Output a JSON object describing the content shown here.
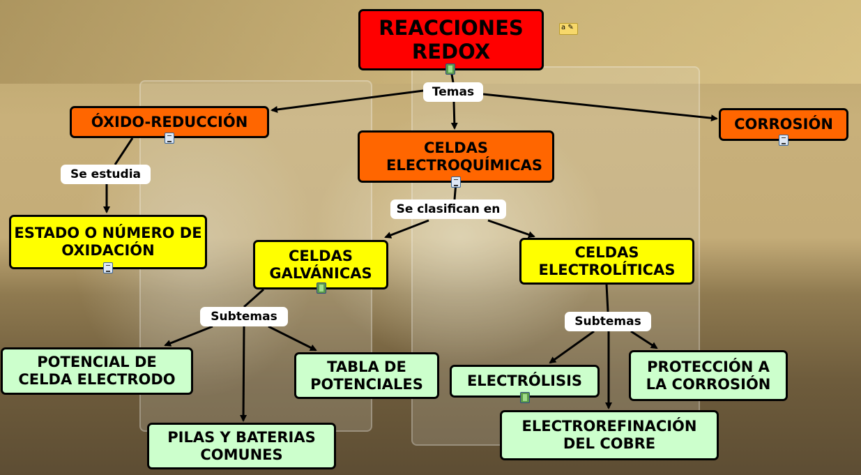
{
  "colors": {
    "root": "#ff0000",
    "topic": "#ff6600",
    "sub": "#ffff00",
    "leaf": "#ccffcc",
    "link": "#000000"
  },
  "nodes": {
    "root": "REACCIONES REDOX",
    "oxido": "ÓXIDO-REDUCCIÓN",
    "celdas": "CELDAS ELECTROQUÍMICAS",
    "corrosion": "CORROSIÓN",
    "estado": "ESTADO O NÚMERO DE OXIDACIÓN",
    "galvanicas": "CELDAS GALVÁNICAS",
    "electroliticas": "CELDAS ELECTROLÍTICAS",
    "potencial": "POTENCIAL DE CELDA ELECTRODO",
    "tabla": "TABLA DE POTENCIALES",
    "pilas": "PILAS Y BATERIAS COMUNES",
    "electrolisis": "ELECTRÓLISIS",
    "proteccion": "PROTECCIÓN A LA CORROSIÓN",
    "electrorefinacion": "ELECTROREFINACIÓN DEL COBRE"
  },
  "links": {
    "temas": "Temas",
    "se_estudia": "Se estudia",
    "se_clasifican": "Se clasifican en",
    "subtemas1": "Subtemas",
    "subtemas2": "Subtemas"
  },
  "note_icon_text": "a"
}
